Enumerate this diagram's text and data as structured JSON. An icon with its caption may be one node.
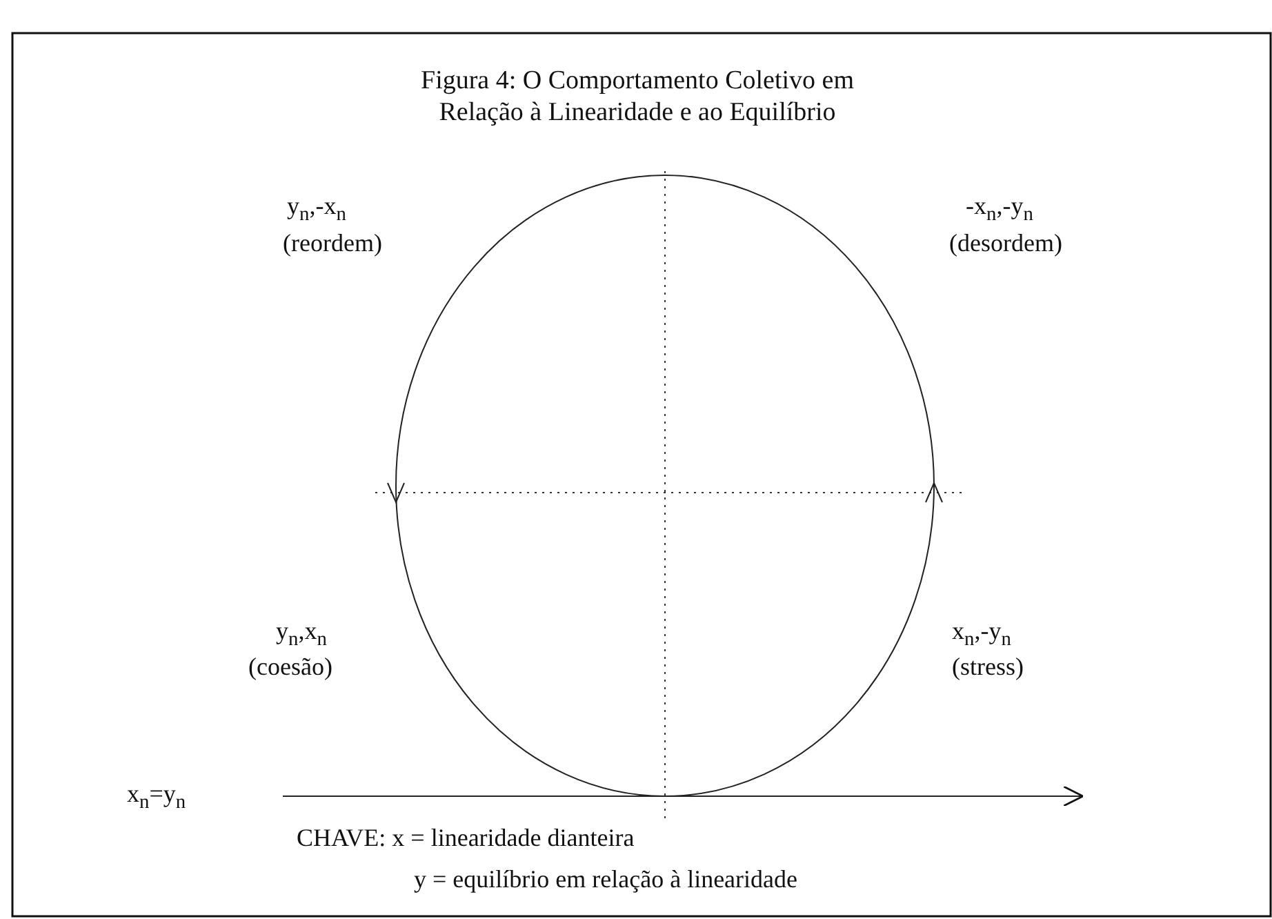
{
  "diagram": {
    "title": "Figura 4: O Comportamento Coletivo em Relação à Linearidade e ao Equilíbrio",
    "labels": [
      "y$_{n}$,-x$_{n}$",
      "(reordem)",
      "-x$_{n}$,-y$_{n}$",
      "(desordem)",
      "y$_{n}$,x$_{n}$",
      "(coesão)",
      "x$_{n}$,-y$_{n}$",
      "(stress)",
      "x$_{n}$=y$_{n}$",
      "CHAVE: x = linearidade dianteira",
      "y = equilíbrio em relação à linearidade"
    ]
  }
}
